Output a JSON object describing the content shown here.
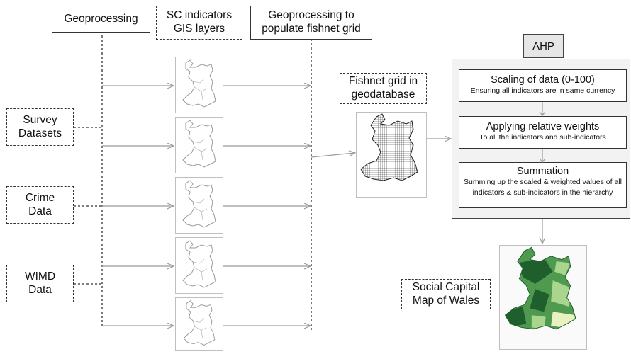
{
  "columns": {
    "geoprocessing": "Geoprocessing",
    "sc_indicators_line1": "SC indicators",
    "sc_indicators_line2": "GIS layers",
    "populate_line1": "Geoprocessing to",
    "populate_line2": "populate fishnet grid"
  },
  "inputs": {
    "survey_line1": "Survey",
    "survey_line2": "Datasets",
    "crime_line1": "Crime",
    "crime_line2": "Data",
    "wimd_line1": "WIMD",
    "wimd_line2": "Data"
  },
  "fishnet": {
    "label_line1": "Fishnet grid in",
    "label_line2": "geodatabase"
  },
  "ahp": {
    "title": "AHP",
    "steps": [
      {
        "heading": "Scaling of data (0-100)",
        "detail": "Ensuring all indicators are in same currency"
      },
      {
        "heading": "Applying relative weights",
        "detail": "To all the indicators and sub-indicators"
      },
      {
        "heading": "Summation",
        "detail": "Summing up the scaled & weighted values of all indicators & sub-indicators in the hierarchy"
      }
    ]
  },
  "output": {
    "label_line1": "Social Capital",
    "label_line2": "Map of Wales"
  },
  "colors": {
    "arrow": "#9a9a9a",
    "map_dark": "#1f5f2e",
    "map_mid": "#4f9a4f",
    "map_light": "#a9d58f",
    "map_pale": "#e8f2c0"
  }
}
